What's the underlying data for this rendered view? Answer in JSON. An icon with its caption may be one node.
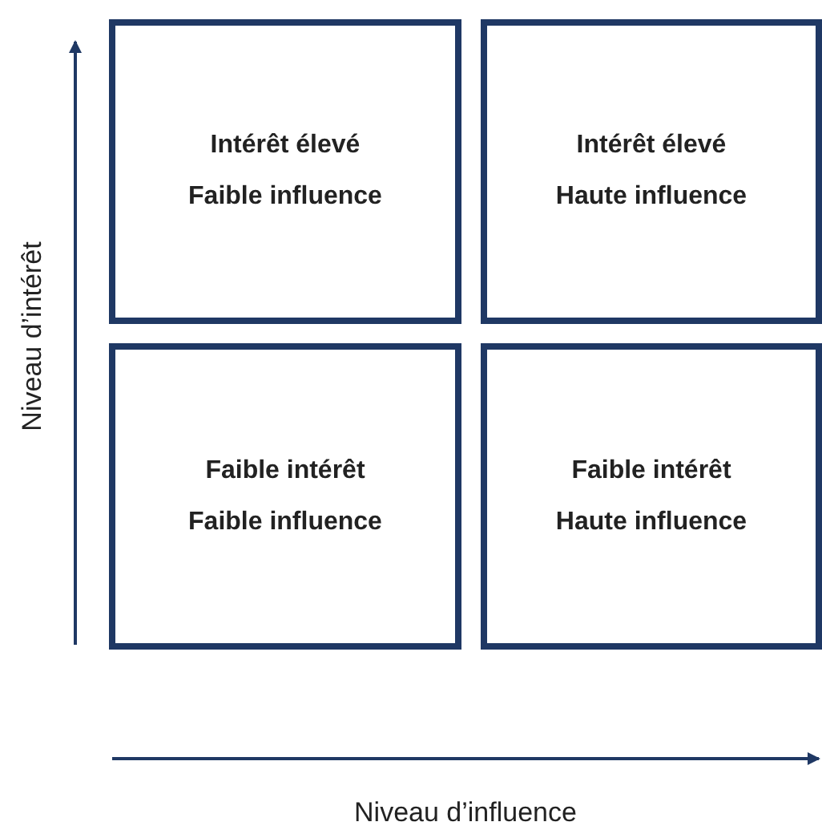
{
  "diagram": {
    "nodes": [
      {
        "text": [
          "Intérêt élevé",
          "Faible influence"
        ]
      },
      {
        "text": [
          "Intérêt élevé",
          "Haute influence"
        ]
      },
      {
        "text": [
          "Faible intérêt",
          "Faible influence"
        ]
      },
      {
        "text": [
          "Faible intérêt",
          "Haute influence"
        ]
      }
    ],
    "labels": [
      "Niveau d’intérêt",
      "Niveau d’influence"
    ]
  }
}
